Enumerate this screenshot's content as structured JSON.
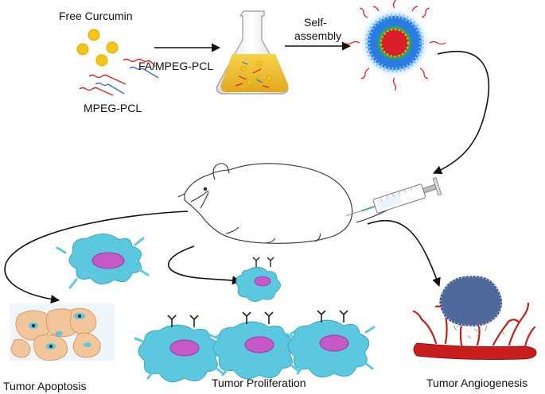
{
  "labels": {
    "free_curcumin": "Free Curcumin",
    "fa_mpeg_pcl": "FA/MPEG-PCL",
    "mpeg_pcl": "MPEG-PCL",
    "self_assembly_line1": "Self-",
    "self_assembly_line2": "assembly",
    "tumor_apoptosis": "Tumor Apoptosis",
    "tumor_proliferation": "Tumor Proliferation",
    "tumor_angiogenesis": "Tumor Angiogenesis"
  },
  "colors": {
    "curcumin": "#f5c518",
    "polymer_red": "#e02020",
    "polymer_blue": "#3a6fd6",
    "micelle_shell": "#2a7ce0",
    "micelle_core": "#d81f2a",
    "cell": "#5bc8e0",
    "nucleus": "#c658c8",
    "apoptotic_cell": "#f2c59a",
    "vessel": "#c81e1e",
    "tumor": "#4f6a9a",
    "arrow": "#111111"
  },
  "icons": [
    "flask-icon",
    "micelle-icon",
    "rat-icon",
    "syringe-icon",
    "cancer-cell-icon",
    "blood-vessel-icon",
    "tumor-mass-icon"
  ]
}
